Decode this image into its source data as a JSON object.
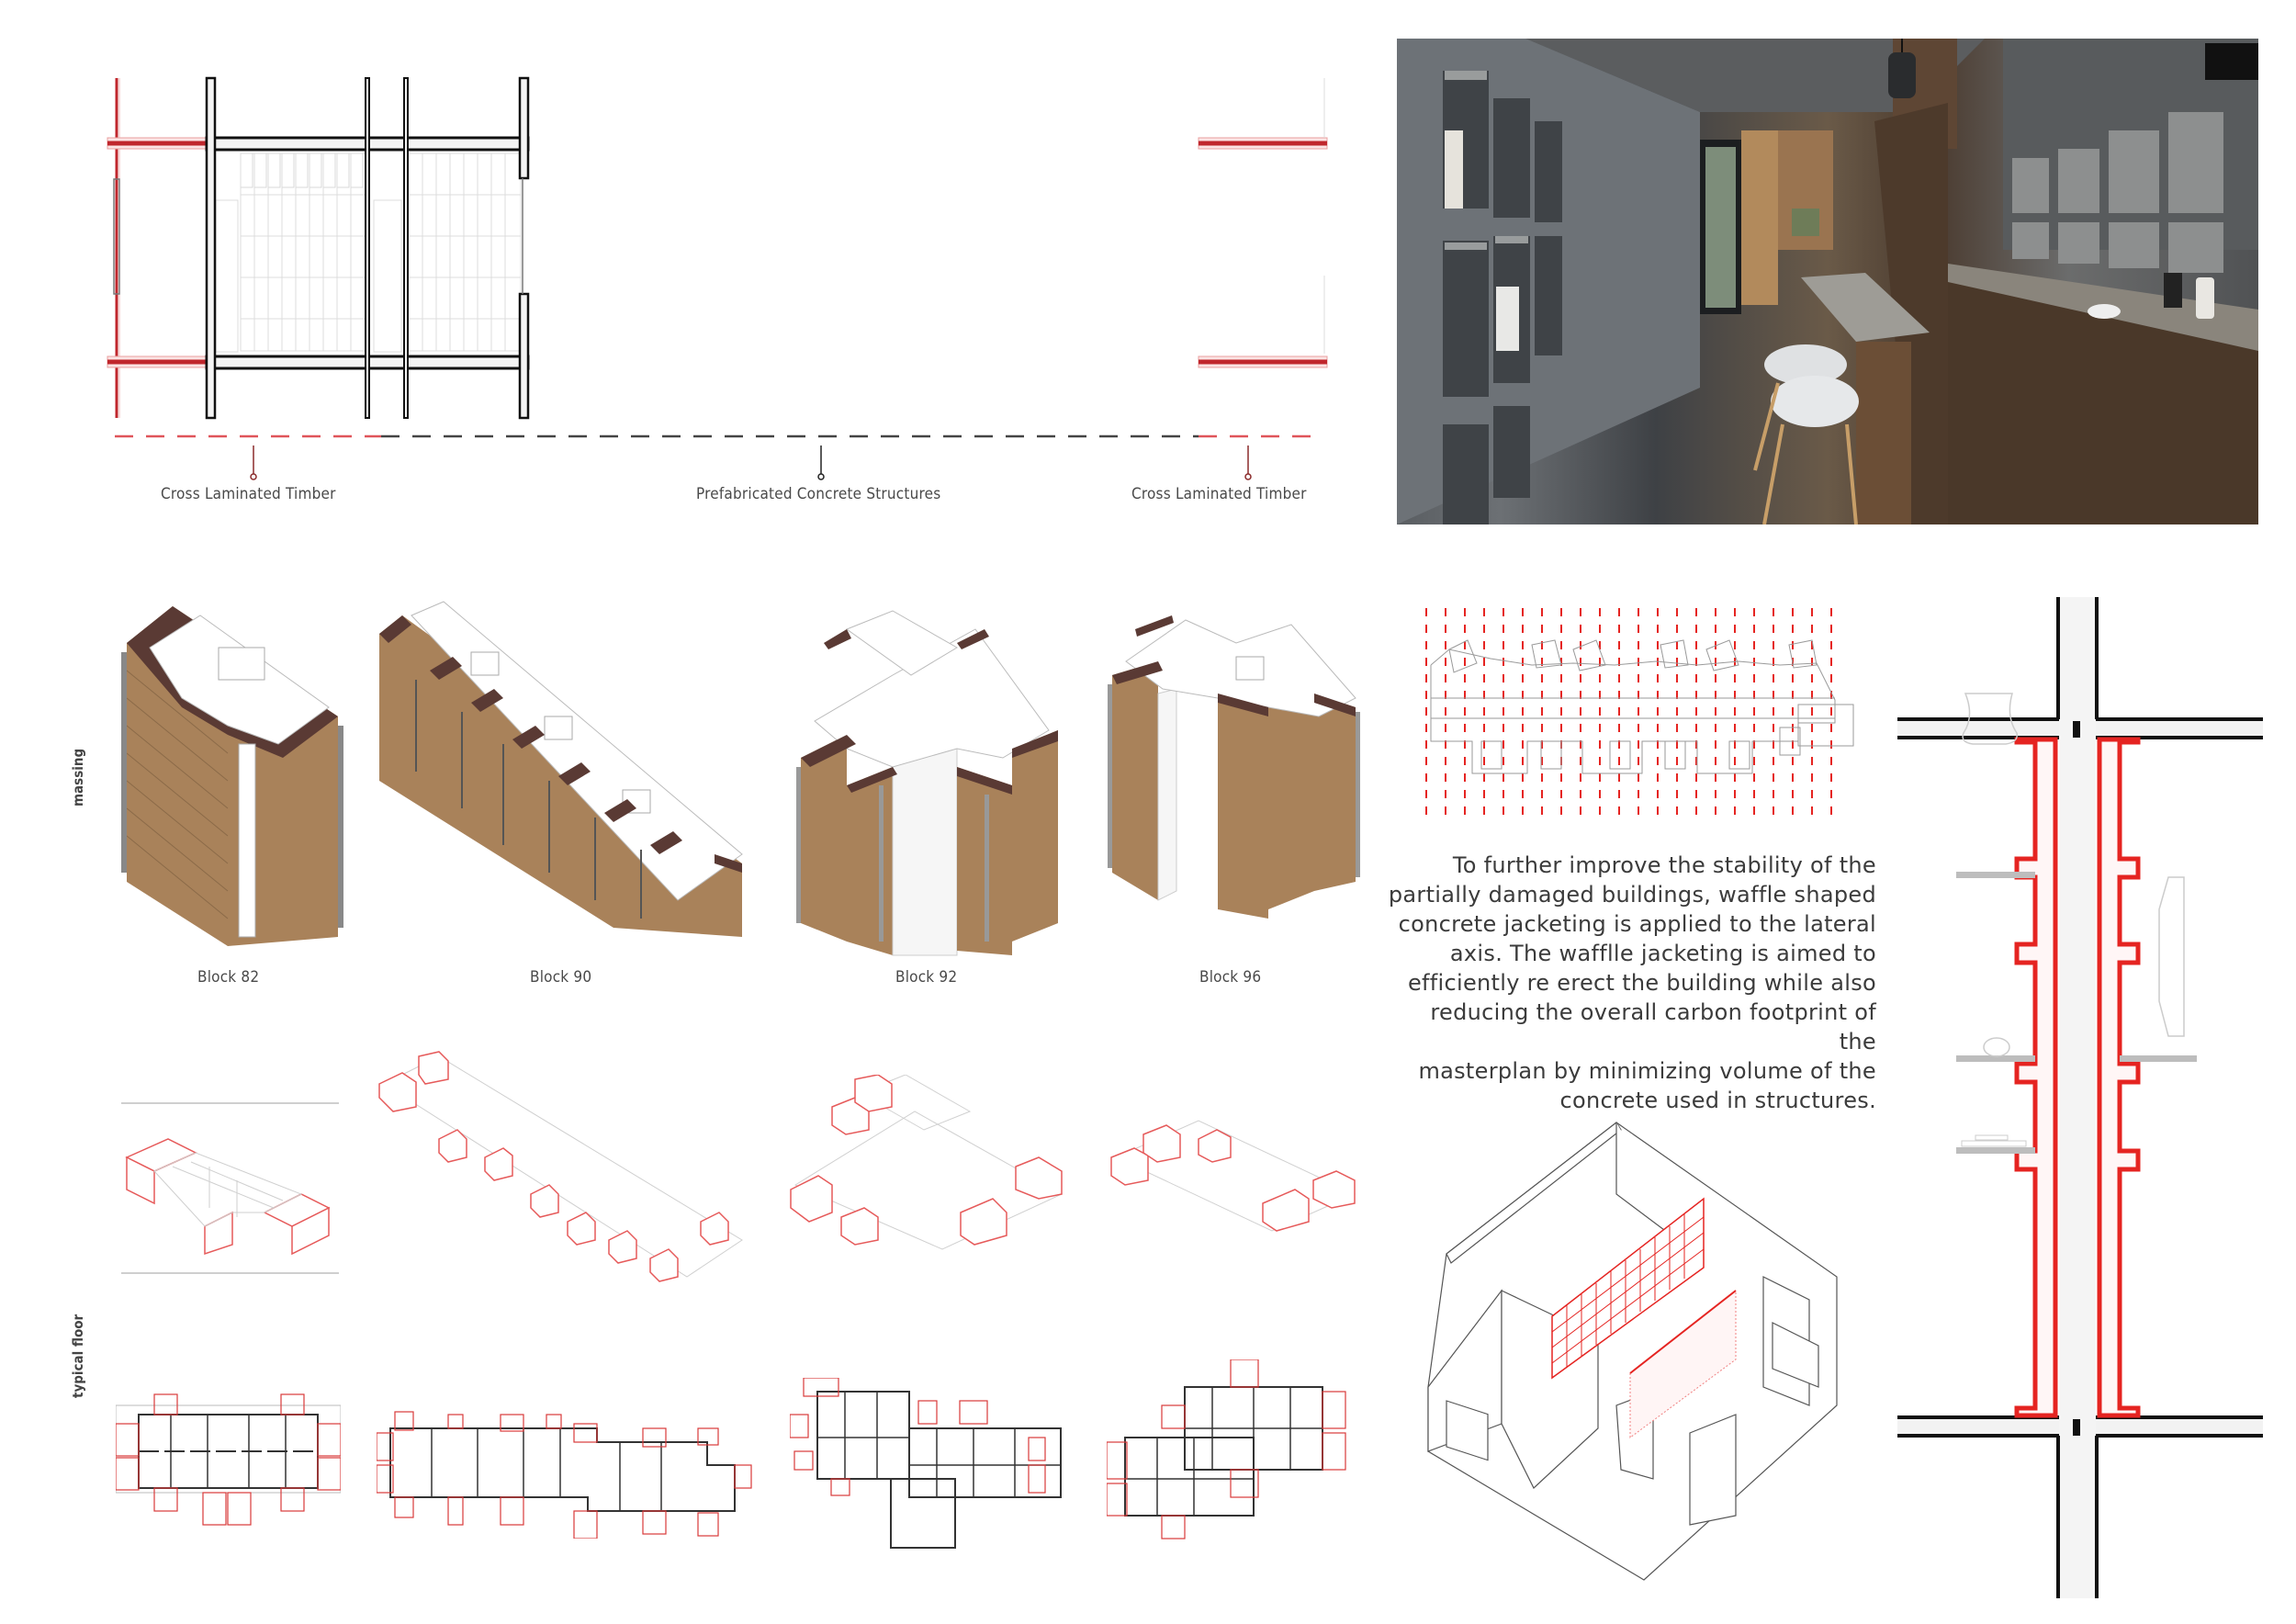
{
  "structure_plan": {
    "legend": [
      {
        "label": "Cross Laminated Timber",
        "color": "#c0272d"
      },
      {
        "label": "Prefabricated Concrete Structures",
        "color": "#333333"
      },
      {
        "label": "Cross Laminated Timber",
        "color": "#c0272d"
      }
    ]
  },
  "render": {
    "description": "Interior rendering of narrow kitchen with concrete waffle shelving, wooden cabinets, bar counter and white stools"
  },
  "rows": {
    "massing_label": "massing",
    "typical_floor_label": "typical floor"
  },
  "blocks": [
    {
      "label": "Block 82"
    },
    {
      "label": "Block 90"
    },
    {
      "label": "Block 92"
    },
    {
      "label": "Block 96"
    }
  ],
  "description": {
    "lines": [
      "To further improve the stability of the",
      "partially damaged buildings, waffle shaped",
      "concrete jacketing is applied to the lateral",
      "axis. The wafflle jacketing is aimed to",
      "efficiently re erect the building while also",
      "reducing the overall carbon footprint of the",
      "masterplan by minimizing volume of the",
      "concrete used in structures."
    ]
  },
  "colors": {
    "accent_red": "#e52421",
    "clt_red": "#c0272d",
    "brick_brown": "#a9825a",
    "roof_brown": "#5a3a34",
    "line_black": "#111111"
  }
}
